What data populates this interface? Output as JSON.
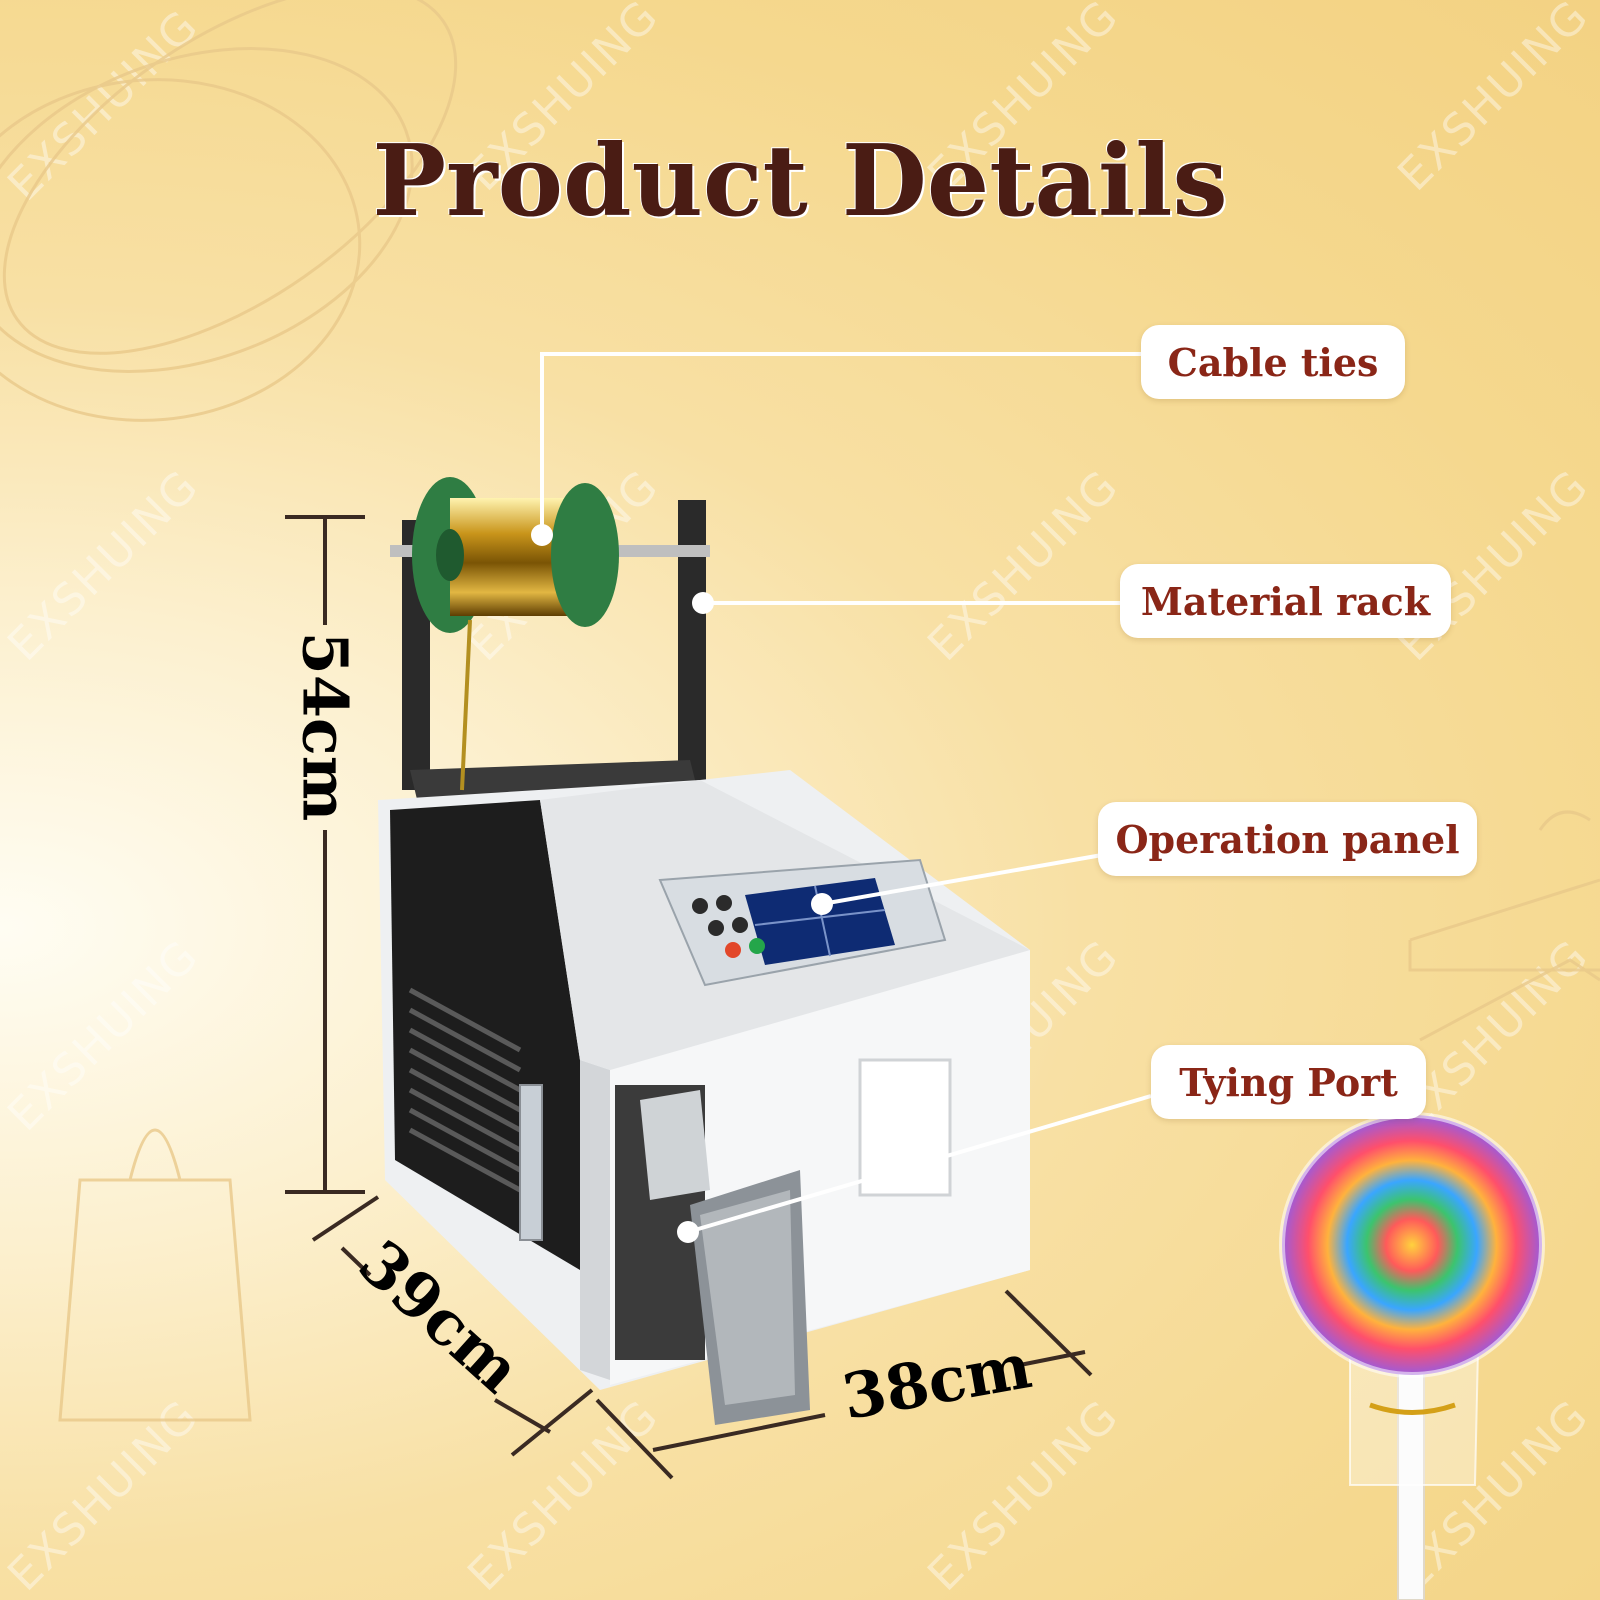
{
  "title": "Product Details",
  "watermark": "EXSHUING",
  "labels": {
    "cable_ties": "Cable ties",
    "material_rack": "Material rack",
    "operation_panel": "Operation panel",
    "tying_port": "Tying Port"
  },
  "dimensions": {
    "height": "54cm",
    "depth": "39cm",
    "width": "38cm"
  },
  "colors": {
    "title": "#4a1c14",
    "label_text": "#8a2617",
    "background": "#f5d88e"
  }
}
